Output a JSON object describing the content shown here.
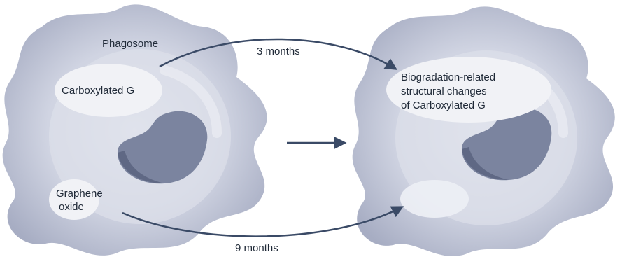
{
  "labels": {
    "phagosome": "Phagosome",
    "carboxylated": "Carboxylated G",
    "graphene_oxide_line1": "Graphene",
    "graphene_oxide_line2": "oxide",
    "three_months": "3 months",
    "nine_months": "9 months",
    "result_line1": "Biogradation-related",
    "result_line2": "structural changes",
    "result_line3": "of Carboxylated G"
  },
  "colors": {
    "cell_outer": "#a9afc4",
    "cell_body": "#cfd3e1",
    "cell_center": "#e3e6ef",
    "nucleus": "#7b849f",
    "nucleus_shadow": "#5f6884",
    "vesicle": "#f1f2f6",
    "arrow": "#3a4a66"
  }
}
